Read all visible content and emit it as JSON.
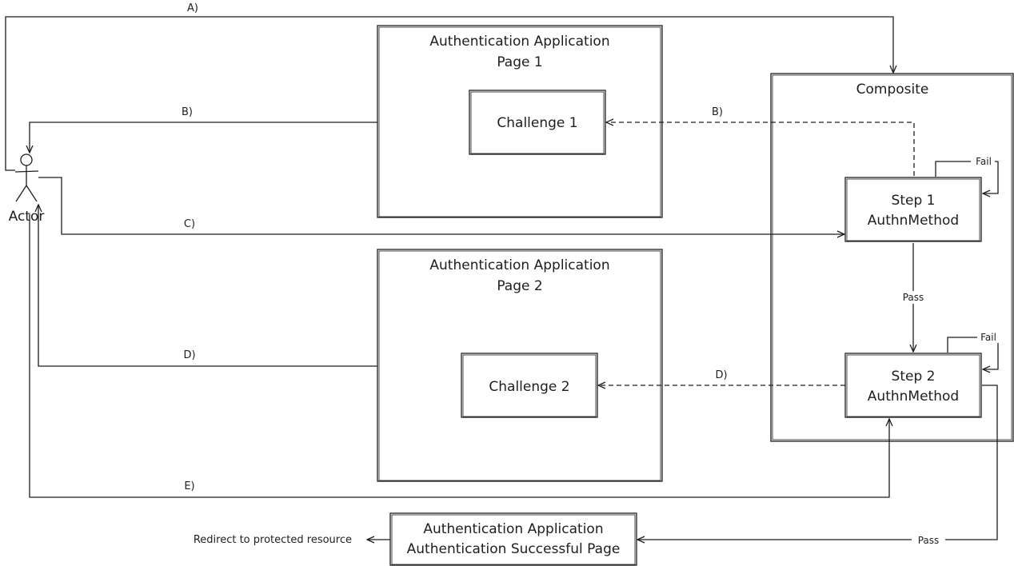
{
  "actor": {
    "label": "Actor"
  },
  "boxes": {
    "auth_page_1": {
      "line1": "Authentication Application",
      "line2": "Page 1"
    },
    "challenge_1": {
      "label": "Challenge 1"
    },
    "auth_page_2": {
      "line1": "Authentication Application",
      "line2": "Page 2"
    },
    "challenge_2": {
      "label": "Challenge 2"
    },
    "composite": {
      "label": "Composite"
    },
    "step_1": {
      "line1": "Step 1",
      "line2": "AuthnMethod"
    },
    "step_2": {
      "line1": "Step 2",
      "line2": "AuthnMethod"
    },
    "success_page": {
      "line1": "Authentication Application",
      "line2": "Authentication Successful Page"
    }
  },
  "edges": {
    "a": "A)",
    "b_actor": "B)",
    "b_challenge": "B)",
    "c": "C)",
    "d_actor": "D)",
    "d_challenge": "D)",
    "e": "E)",
    "step1_fail": "Fail",
    "step2_fail": "Fail",
    "step1_pass": "Pass",
    "step2_pass": "Pass",
    "redirect": "Redirect to protected resource"
  }
}
